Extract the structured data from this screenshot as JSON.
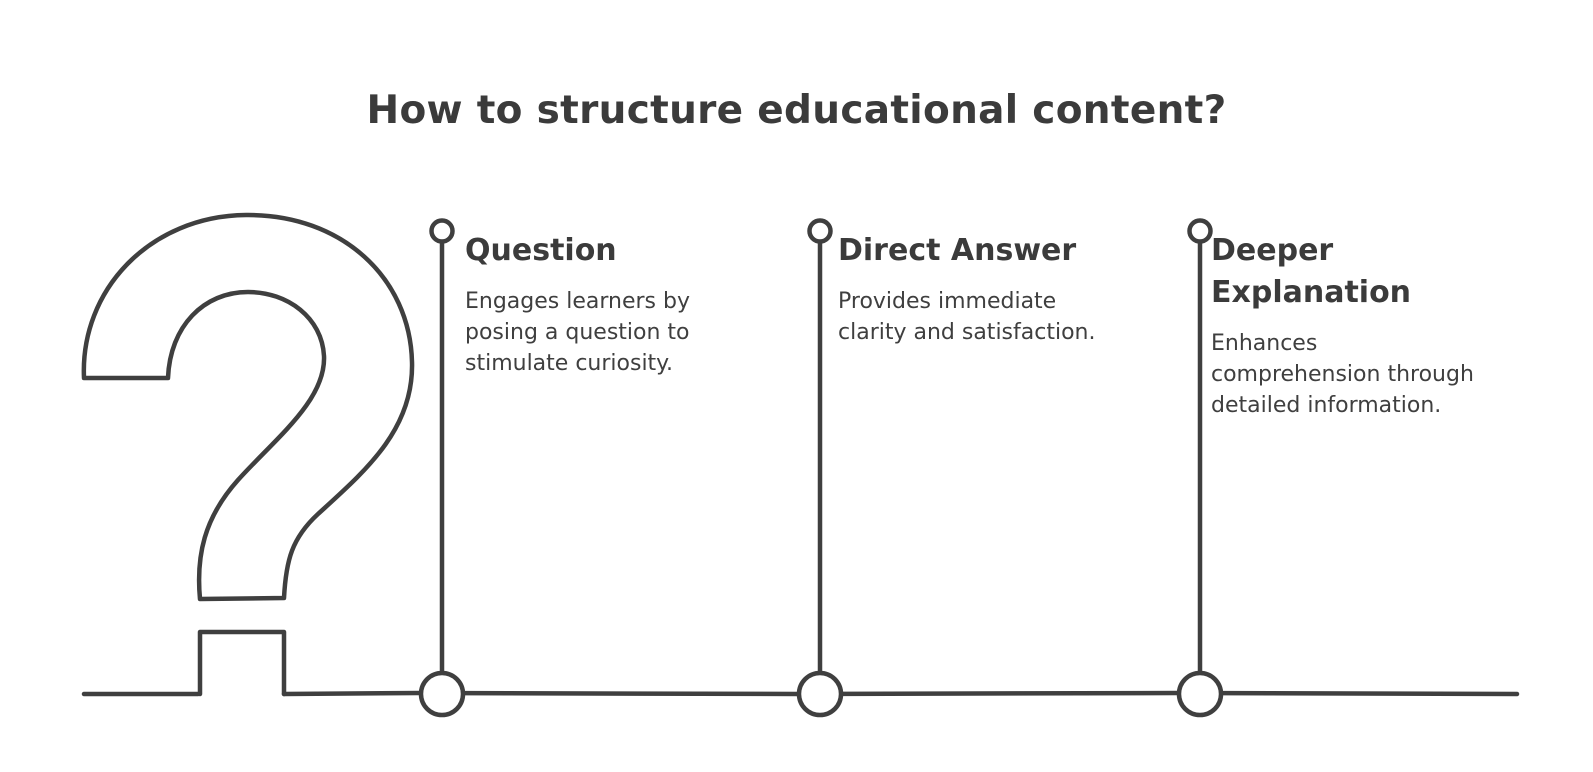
{
  "title": "How to structure educational content?",
  "steps": [
    {
      "heading": "Question",
      "description": "Engages learners by posing a question to stimulate curiosity."
    },
    {
      "heading": "Direct Answer",
      "description": "Provides immediate clarity and satisfaction."
    },
    {
      "heading": "Deeper Explanation",
      "description": "Enhances comprehension through detailed information."
    }
  ],
  "colors": {
    "ink": "#3f3f3f",
    "background": "#ffffff"
  },
  "icons": [
    "question-mark-icon"
  ]
}
